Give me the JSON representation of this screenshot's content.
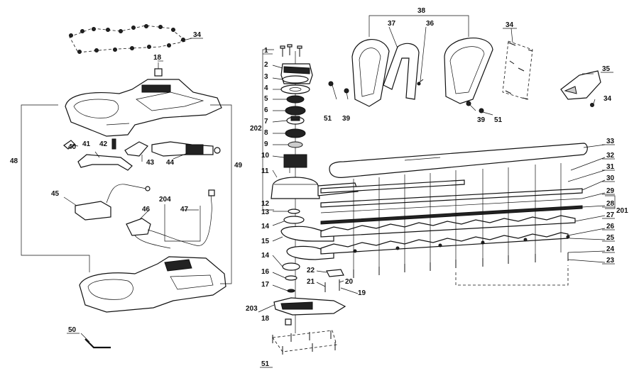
{
  "callouts": [
    {
      "id": "c1",
      "text": "1"
    },
    {
      "id": "c2",
      "text": "2"
    },
    {
      "id": "c3",
      "text": "3"
    },
    {
      "id": "c4",
      "text": "4"
    },
    {
      "id": "c5",
      "text": "5"
    },
    {
      "id": "c6",
      "text": "6"
    },
    {
      "id": "c7",
      "text": "7"
    },
    {
      "id": "c202",
      "text": "202"
    },
    {
      "id": "c8",
      "text": "8"
    },
    {
      "id": "c9",
      "text": "9"
    },
    {
      "id": "c10",
      "text": "10"
    },
    {
      "id": "c11",
      "text": "11"
    },
    {
      "id": "c12",
      "text": "12"
    },
    {
      "id": "c13",
      "text": "13"
    },
    {
      "id": "c14a",
      "text": "14"
    },
    {
      "id": "c15",
      "text": "15"
    },
    {
      "id": "c14b",
      "text": "14"
    },
    {
      "id": "c16",
      "text": "16"
    },
    {
      "id": "c17",
      "text": "17"
    },
    {
      "id": "c203",
      "text": "203"
    },
    {
      "id": "c18b",
      "text": "18"
    },
    {
      "id": "c51c",
      "text": "51"
    },
    {
      "id": "c18a",
      "text": "18"
    },
    {
      "id": "c34a",
      "text": "34"
    },
    {
      "id": "c48",
      "text": "48"
    },
    {
      "id": "c49",
      "text": "49"
    },
    {
      "id": "c40",
      "text": "40"
    },
    {
      "id": "c41",
      "text": "41"
    },
    {
      "id": "c42",
      "text": "42"
    },
    {
      "id": "c43",
      "text": "43"
    },
    {
      "id": "c44",
      "text": "44"
    },
    {
      "id": "c45",
      "text": "45"
    },
    {
      "id": "c204",
      "text": "204"
    },
    {
      "id": "c46",
      "text": "46"
    },
    {
      "id": "c47",
      "text": "47"
    },
    {
      "id": "c50",
      "text": "50"
    },
    {
      "id": "c38",
      "text": "38"
    },
    {
      "id": "c37",
      "text": "37"
    },
    {
      "id": "c36",
      "text": "36"
    },
    {
      "id": "c34b",
      "text": "34"
    },
    {
      "id": "c35",
      "text": "35"
    },
    {
      "id": "c34c",
      "text": "34"
    },
    {
      "id": "c51a",
      "text": "51"
    },
    {
      "id": "c39a",
      "text": "39"
    },
    {
      "id": "c39b",
      "text": "39"
    },
    {
      "id": "c51b",
      "text": "51"
    },
    {
      "id": "c33",
      "text": "33"
    },
    {
      "id": "c32",
      "text": "32"
    },
    {
      "id": "c31",
      "text": "31"
    },
    {
      "id": "c30",
      "text": "30"
    },
    {
      "id": "c29",
      "text": "29"
    },
    {
      "id": "c28",
      "text": "28"
    },
    {
      "id": "c201",
      "text": "201"
    },
    {
      "id": "c27",
      "text": "27"
    },
    {
      "id": "c26",
      "text": "26"
    },
    {
      "id": "c25",
      "text": "25"
    },
    {
      "id": "c24",
      "text": "24"
    },
    {
      "id": "c23",
      "text": "23"
    },
    {
      "id": "c22",
      "text": "22"
    },
    {
      "id": "c21",
      "text": "21"
    },
    {
      "id": "c20",
      "text": "20"
    },
    {
      "id": "c19",
      "text": "19"
    }
  ]
}
